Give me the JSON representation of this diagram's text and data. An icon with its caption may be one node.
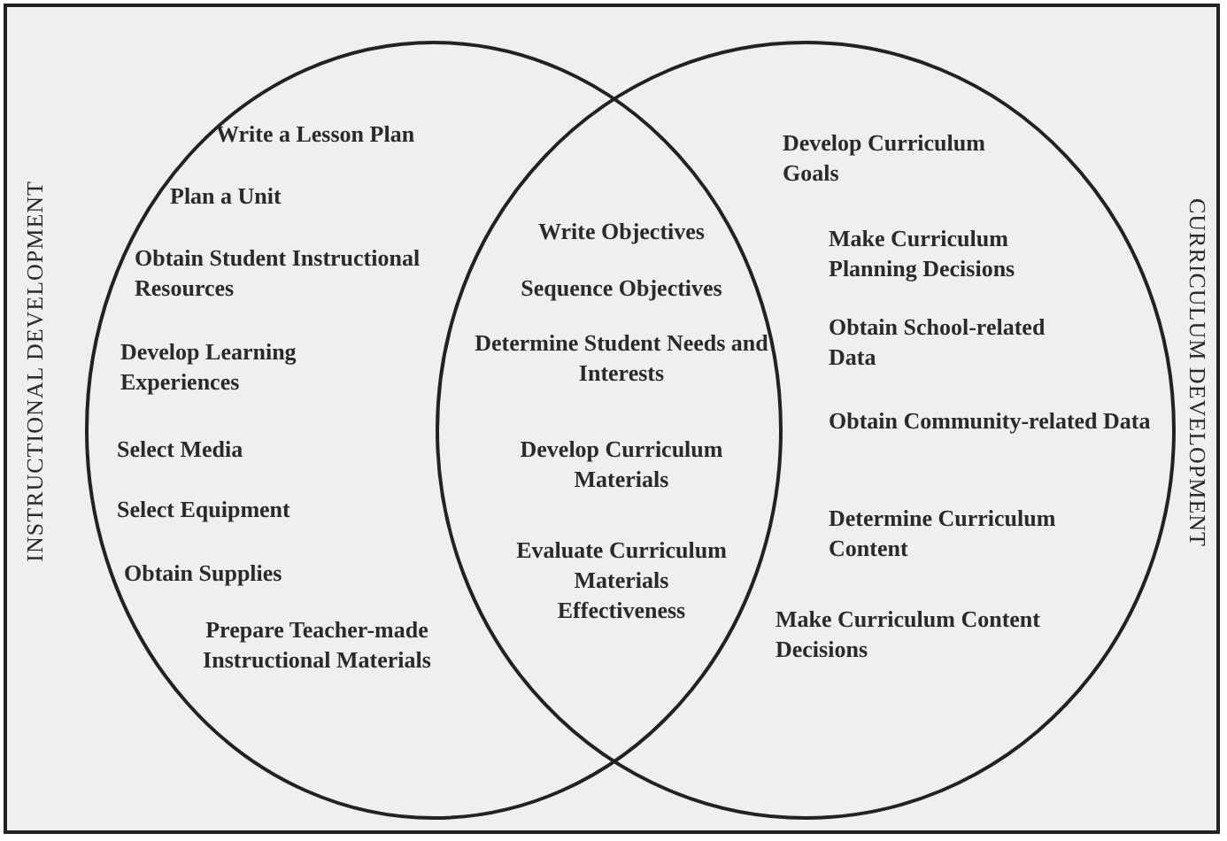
{
  "diagram": {
    "nodes": [
      {
        "text": [
          "INSTRUCTIONAL DEVELOPMENT",
          "Write a Lesson Plan",
          "Plan a Unit",
          "Obtain Student Instructional Resources",
          "Develop Learning Experiences",
          "Select Media",
          "Select Equipment",
          "Obtain Supplies",
          "Prepare Teacher-made Instructional Materials"
        ]
      },
      {
        "text": [
          "CURRICULUM DEVELOPMENT",
          "Develop Curriculum Goals",
          "Make Curriculum Planning Decisions",
          "Obtain School-related Data",
          "Obtain Community-related Data",
          "Determine Curriculum Content",
          "Make Curriculum Content Decisions"
        ]
      }
    ],
    "labels": [
      "Write Objectives",
      "Sequence Objectives",
      "Determine Student Needs and Interests",
      "Develop Curriculum Materials",
      "Evaluate Curriculum Materials Effectiveness"
    ]
  }
}
